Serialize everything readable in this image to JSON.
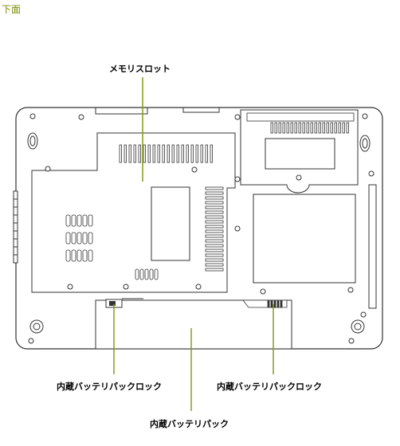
{
  "section_title": "下面",
  "callouts": {
    "memory_slot": "メモリスロット",
    "battery_lock_left": "内蔵バッテリパックロック",
    "battery_lock_right": "内蔵バッテリパックロック",
    "battery_pack": "内蔵バッテリパック"
  },
  "colors": {
    "leader_line": "#8a9a1a",
    "title": "#7a8a00",
    "outline": "#333333"
  }
}
